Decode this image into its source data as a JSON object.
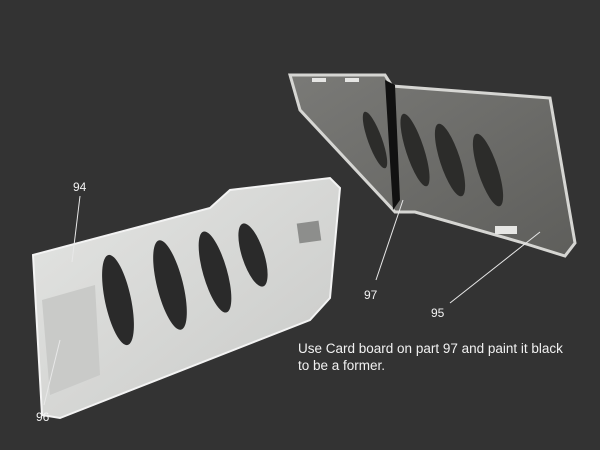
{
  "labels": {
    "p94": "94",
    "p96": "96",
    "p97": "97",
    "p95": "95"
  },
  "note": {
    "line1": "Use Card board on part 97 and paint it black",
    "line2": "to be a former."
  },
  "colors": {
    "background": "#333333",
    "panel_light": "#d9dad8",
    "panel_dark": "#6b6b68",
    "text": "#f2f2f2"
  }
}
